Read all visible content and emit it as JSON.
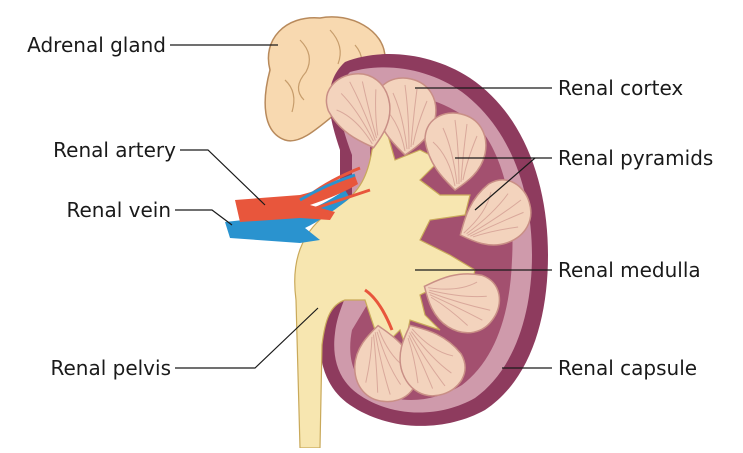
{
  "diagram": {
    "labels": {
      "adrenal_gland": "Adrenal gland",
      "renal_artery": "Renal artery",
      "renal_vein": "Renal vein",
      "renal_pelvis": "Renal pelvis",
      "renal_cortex": "Renal cortex",
      "renal_pyramids": "Renal pyramids",
      "renal_medulla": "Renal medulla",
      "renal_capsule": "Renal capsule"
    },
    "colors": {
      "capsule": "#8e3b5e",
      "cortex": "#cf9aab",
      "medulla": "#a3506f",
      "pyramid": "#f3d3bd",
      "pyramid_stroke": "#c98f86",
      "pelvis": "#f7e6b0",
      "adrenal": "#f8d9b0",
      "artery": "#e8563c",
      "vein": "#2a93cf"
    }
  }
}
